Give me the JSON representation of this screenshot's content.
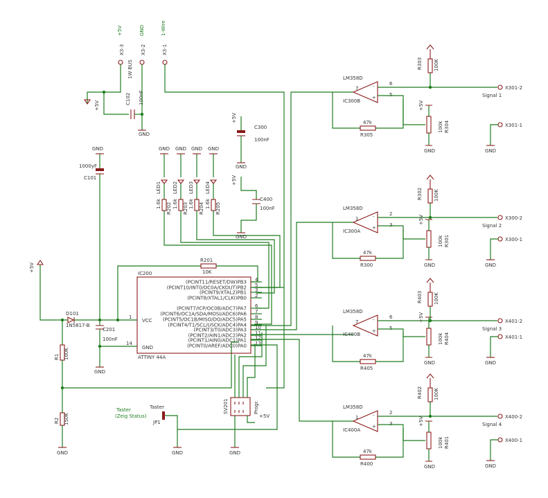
{
  "net_labels": {
    "v5": "+5V",
    "gnd": "GND",
    "onewire": "1-Wire"
  },
  "connectors": {
    "x3_1": "X3-1",
    "x3_2": "X3-2",
    "x3_3": "X3-3",
    "bus": "1W BUS",
    "x301_1": "X301-1",
    "x301_2": "X301-2",
    "x300_1": "X300-1",
    "x300_2": "X300-2",
    "x401_1": "X401-1",
    "x401_2": "X401-2",
    "x400_1": "X400-1",
    "x400_2": "X400-2"
  },
  "signals": [
    "Signal 1",
    "Signal 2",
    "Signal 3",
    "Signal 4"
  ],
  "caps": {
    "c102": "C102",
    "c102v": "100nF",
    "c101": "C101",
    "c101v": "1000yF",
    "c300": "C300",
    "c300v": "100nF",
    "c400": "C400",
    "c400v": "100nF",
    "c201": "C201",
    "c201v": "100nF"
  },
  "leds": [
    "LED1",
    "LED2",
    "LED3",
    "LED4"
  ],
  "led_res": [
    "R202",
    "R203",
    "R204",
    "R205"
  ],
  "led_res_val": [
    "1.6k",
    "1.6k",
    "1.6k",
    "1.6k"
  ],
  "r201": {
    "name": "R201",
    "value": "10K"
  },
  "ic200": {
    "name": "IC200",
    "part": "ATTINY 44A",
    "vcc": "VCC",
    "gnd": "GND",
    "pins_right": [
      {
        "label": "(PCINT11/RESET/DW)PB3",
        "num": "4"
      },
      {
        "label": "(PCINT10/INT0/OC0A/CKOUT)PB2",
        "num": "5"
      },
      {
        "label": "(PCINT9/XTAL2)PB1",
        "num": "3"
      },
      {
        "label": "(PCINT8/XTAL1/CLKI)PB0",
        "num": "2"
      },
      {
        "label": "(PCINT7/ICP/OC0B/ADC7)PA7",
        "num": "6"
      },
      {
        "label": "(PCINT6/OC1A/SDA/MOSI/ADC6)PA6",
        "num": "7"
      },
      {
        "label": "(PCINT5/OC1B/MISO/DO/ADC5)PA5",
        "num": "8"
      },
      {
        "label": "(PCINT4/T1/SCL/USCK/ADC4)PA4",
        "num": "9"
      },
      {
        "label": "(PCINT3/T0/ADC3)PA3",
        "num": "10"
      },
      {
        "label": "(PCINT2/AIN1/ADC2)PA2",
        "num": "11"
      },
      {
        "label": "(PCINT1/AIN0/ADC1)PA1",
        "num": "12"
      },
      {
        "label": "(PCINT0/AREF/ADC0)PA0",
        "num": "13"
      }
    ],
    "pin_vcc": "1",
    "pin_gnd": "14"
  },
  "diode": {
    "name": "D101",
    "part": "1N5817-B"
  },
  "divider": {
    "r1": "R1",
    "r1v": "100K",
    "r2": "R2",
    "r2v": "150K"
  },
  "opamps": [
    {
      "name": "LM358D",
      "inst": "IC300B",
      "pins": [
        "7",
        "6",
        "5"
      ],
      "fb": "R305",
      "fbv": "47k",
      "pot": "R304",
      "potv": "100k",
      "res": "R303",
      "resv": "100K"
    },
    {
      "name": "LM358D",
      "inst": "IC300A",
      "pins": [
        "1",
        "2",
        "3"
      ],
      "fb": "R300",
      "fbv": "47k",
      "pot": "R301",
      "potv": "100k",
      "res": "R302",
      "resv": "100K"
    },
    {
      "name": "LM358D",
      "inst": "IC400B",
      "pins": [
        "7",
        "6",
        "5"
      ],
      "fb": "R405",
      "fbv": "47k",
      "pot": "R404",
      "potv": "100k",
      "res": "R403",
      "resv": "100K"
    },
    {
      "name": "LM358D",
      "inst": "IC400A",
      "pins": [
        "1",
        "2",
        "3"
      ],
      "fb": "R400",
      "fbv": "47k",
      "pot": "R401",
      "potv": "100k",
      "res": "R402",
      "resv": "100K"
    }
  ],
  "isp": {
    "name": "SV201",
    "label": "Progr."
  },
  "taster": {
    "label1": "Taster",
    "label2": "(Zeig Status)",
    "name": "Taster",
    "ref": "JP1"
  }
}
